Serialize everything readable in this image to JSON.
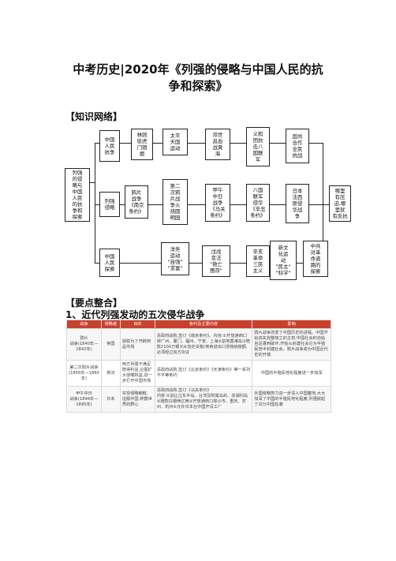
{
  "doc": {
    "title_line1": "中考历史|2020年《列强的侵略与中国人民的抗",
    "title_line2": "争和探索》",
    "section_network": "【知识网络】",
    "section_points": "【要点整合】",
    "subsection_1": "1、近代列强发动的五次侵华战争"
  },
  "diagram": {
    "root": "列强\n的侵\n略与\n中国\n人民\n的抗\n争和\n探索",
    "struggle": "中国\n人民\n抗争",
    "aggression": "列强\n侵略",
    "explore": "中国\n人民\n探索",
    "lin": "林则\n徐虎\n门销\n烟",
    "taiping": "太平\n天国\n运动",
    "deng": "邓世\n昌血\n战黄\n海",
    "boxer": "义和\n团抗\n击八\n国联\n军",
    "kmt_cpc": "国共\n合作\n全民\n抗战",
    "opium1": "鸦片\n战争\n《南京\n条约》",
    "opium2": "第二\n次鸦\n片战\n争火\n烧圆\n明园",
    "sino_jp": "甲午\n中日\n战争\n《马关\n条约》",
    "eight_nations": "八国\n联军\n侵华\n《辛丑\n条约》",
    "japan_war": "日本\n法西\n斯侵\n华战\n争",
    "where": "哪里\n有压\n迫,哪\n里就\n有反抗",
    "yangwu": "洋务\n运动\n\"自强\"\n\"求富\"",
    "wuxu": "戊戌\n变法\n\"救亡\n图存\"",
    "xinhai": "辛亥\n革命\n三民\n主义",
    "xinwenhua": "新文\n化运\n动\n\"民主\"\n\"科学\"",
    "cpc_road": "中共\n对革\n命道\n路的\n探索"
  },
  "table": {
    "headers": [
      "战争",
      "侵略者",
      "目的",
      "条约及主要内容",
      "影响"
    ],
    "rows": [
      {
        "war": "鸦片\n战争(1840年—\n1842年)",
        "aggressor": "英国",
        "purpose": "获取为了开辟商\n品市场",
        "treaty": "清政府战败,签订《南京条约》。内容:①开放通商口岸广州、厦门、福州、宁波、上海②割地香港岛③赔款2100万银元④协定关税(英商进出口货物纳税额,必须经过双方协议",
        "impact": "鸦片战争改变了中国历史的进程。中国开始丧失完整独立的主权;中国社会的自给自足遭到破坏,开始从封建社会沦为半殖民地半封建社会。鸦片战争成为中国近代史的开端"
      },
      {
        "war": "第二次鸦片战争\n(1856年—1860\n年)",
        "aggressor": "英法",
        "purpose": "西方列强不满足\n既得利益,企图扩\n大侵略权益,进一\n步打开中国市场",
        "treaty": "清政府战败,签订《北京条约》《天津条约》等一系列不平等条约",
        "impact": "中国的半殖民地化程度进一步加深"
      },
      {
        "war": "甲午中日\n战争(1894年—\n1895年)",
        "aggressor": "日本",
        "purpose": "实现侵略朝鲜,\n征服中国,称霸世\n界的野心",
        "treaty": "清政府战败,签订《马关条约》\n内容:①割让辽东半岛、台湾及附属岛屿、澎湖列岛②赔款白银两亿两③开放通商口岸沙市、重庆、苏州、杭州④允许日本在中国开设工厂",
        "impact": "外国侵略势力进一步深入中国腹地,大大加深了中国的半殖民地化程度,列强掀起了瓜分中国狂潮"
      }
    ]
  }
}
